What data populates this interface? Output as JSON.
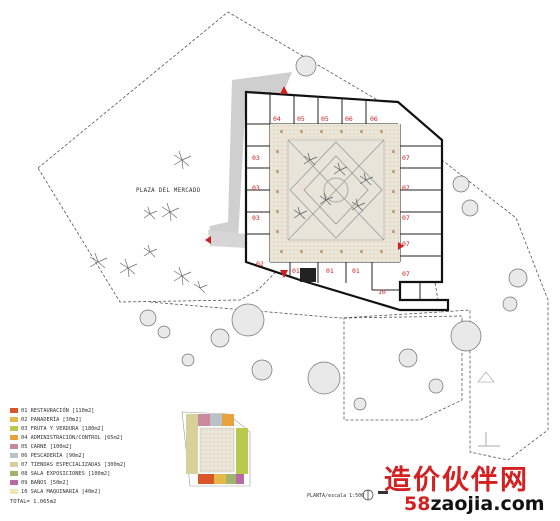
{
  "plaza_label": "PLAZA DEL MERCADO",
  "scale_label": "PLANTA/escala 1:500",
  "room_numbers": {
    "r01": "01",
    "r02": "02",
    "r03": "03",
    "r04": "04",
    "r05": "05",
    "r06": "06",
    "r07": "07",
    "r10": "10"
  },
  "legend": {
    "items": [
      {
        "label": "01 RESTAURACIÓN [110m2]",
        "color": "#d9552a"
      },
      {
        "label": "02 PANADERÍA [30m2]",
        "color": "#e6b84a"
      },
      {
        "label": "03 FRUTA Y VERDURA [180m2]",
        "color": "#b8c94e"
      },
      {
        "label": "04 ADMINISTRACIÓN/CONTROL [65m2]",
        "color": "#e8a23c"
      },
      {
        "label": "05 CARNE [100m2]",
        "color": "#c98a9b"
      },
      {
        "label": "06 PESCADERÍA [90m2]",
        "color": "#b9c2c9"
      },
      {
        "label": "07 TIENDAS ESPECIALIZADAS [300m2]",
        "color": "#d8cf9a"
      },
      {
        "label": "08 SALA EXPOSICIONES [100m2]",
        "color": "#9fb36d"
      },
      {
        "label": "09 BAÑOS [50m2]",
        "color": "#b86aa4"
      },
      {
        "label": "10 SALA MAQUINARIA [40m2]",
        "color": "#f2e6b3"
      }
    ],
    "total": "TOTAL= 1.065m2"
  },
  "watermark": {
    "chinese": "造价伙伴网",
    "url_num": "58",
    "url_rest": "zaojia.com"
  }
}
